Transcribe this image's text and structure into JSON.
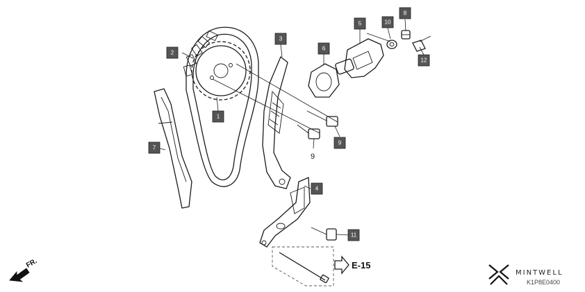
{
  "callouts": [
    {
      "label": "1",
      "fill": "#555555"
    },
    {
      "label": "2",
      "fill": "#555555"
    },
    {
      "label": "3",
      "fill": "#555555"
    },
    {
      "label": "4",
      "fill": "#555555"
    },
    {
      "label": "5",
      "fill": "#555555"
    },
    {
      "label": "6",
      "fill": "#555555"
    },
    {
      "label": "7",
      "fill": "#555555"
    },
    {
      "label": "8",
      "fill": "#555555"
    },
    {
      "label": "9",
      "fill": "#555555"
    },
    {
      "label": "10",
      "fill": "#555555"
    },
    {
      "label": "11",
      "fill": "#555555"
    },
    {
      "label": "12",
      "fill": "#555555"
    }
  ],
  "plain_label_9": "9",
  "reference": "E-15",
  "direction_label": "FR.",
  "brand": "MINTWELL",
  "diagram_code": "K1P8E0400"
}
